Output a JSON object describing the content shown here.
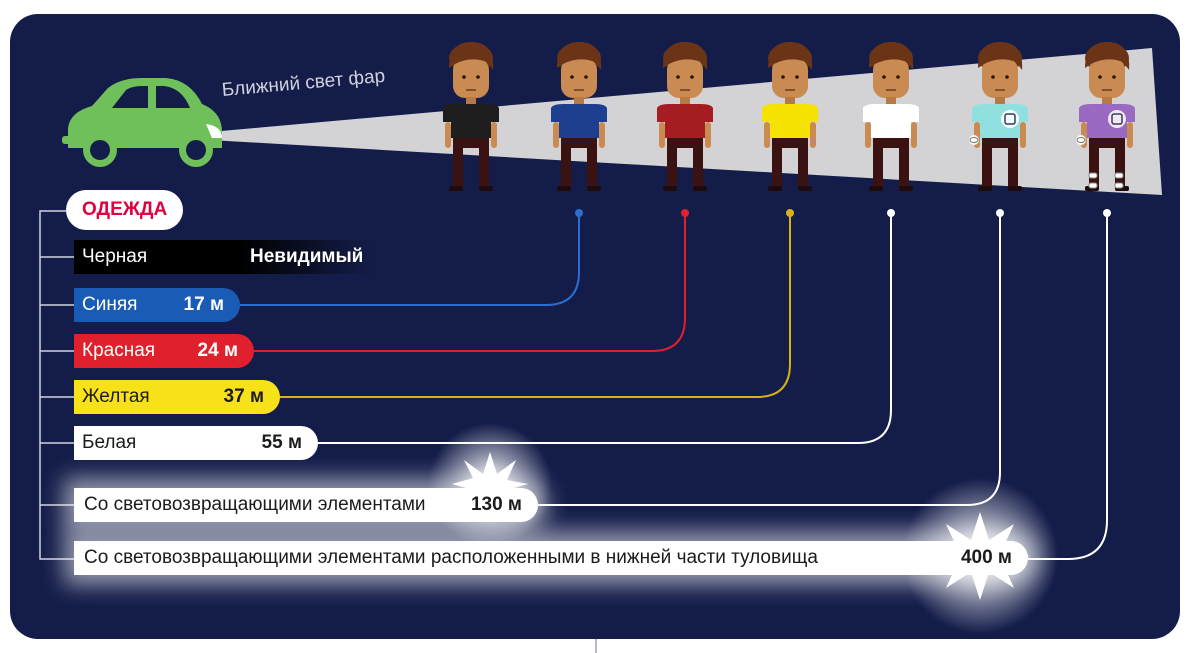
{
  "headlight_caption": "Ближний свет фар",
  "clothing_header": "ОДЕЖДА",
  "colors": {
    "background": "#141d4a",
    "beam": "#d3d3d6",
    "car": "#6fc05a",
    "header_text": "#e2003f"
  },
  "figures": [
    {
      "shirt": "#1e1e1e",
      "reflective": false,
      "reflective_legs": false,
      "connector": null
    },
    {
      "shirt": "#1d3f8f",
      "reflective": false,
      "reflective_legs": false,
      "connector": "#2a6fd0"
    },
    {
      "shirt": "#a51d22",
      "reflective": false,
      "reflective_legs": false,
      "connector": "#e0202c"
    },
    {
      "shirt": "#f6e200",
      "reflective": false,
      "reflective_legs": false,
      "connector": "#d9b214"
    },
    {
      "shirt": "#ffffff",
      "reflective": false,
      "reflective_legs": false,
      "connector": "#ffffff"
    },
    {
      "shirt": "#8fe0de",
      "reflective": true,
      "reflective_legs": false,
      "connector": "#ffffff"
    },
    {
      "shirt": "#9a69c2",
      "reflective": true,
      "reflective_legs": true,
      "connector": "#ffffff"
    }
  ],
  "rows": [
    {
      "label": "Черная",
      "value": "Невидимый"
    },
    {
      "label": "Синяя",
      "value": "17 м"
    },
    {
      "label": "Красная",
      "value": "24 м"
    },
    {
      "label": "Желтая",
      "value": "37 м"
    },
    {
      "label": "Белая",
      "value": "55 м"
    },
    {
      "label": "Со световозвращающими элементами",
      "value": "130 м"
    },
    {
      "label": "Со световозвращающими элементами расположенными в нижней части туловища",
      "value": "400 м"
    }
  ]
}
